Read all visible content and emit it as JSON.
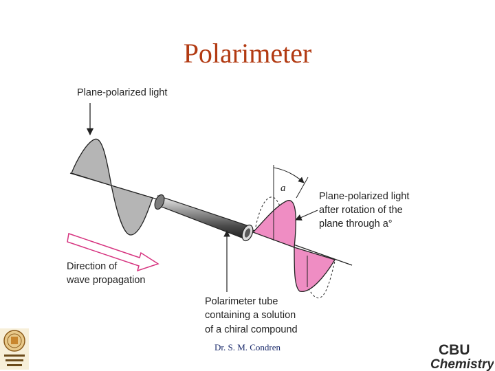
{
  "title": "Polarimeter",
  "labels": {
    "incoming_light": "Plane-polarized light",
    "rotated_light_lines": [
      "Plane-polarized light",
      "after rotation of the",
      "plane through a°"
    ],
    "direction_lines": [
      "Direction of",
      "wave propagation"
    ],
    "tube_lines": [
      "Polarimeter tube",
      "containing a solution",
      "of a chiral compound"
    ],
    "angle_symbol": "a"
  },
  "footer": "Dr. S. M. Condren",
  "logo": {
    "cbu_top": "CBU",
    "cbu_bottom": "Chemistry"
  },
  "colors": {
    "title": "#b23a12",
    "incoming_wave_fill": "#b5b5b5",
    "rotated_wave_fill": "#ef8dc3",
    "arrow_outline": "#d6337f",
    "footer": "#1a2a6b"
  }
}
